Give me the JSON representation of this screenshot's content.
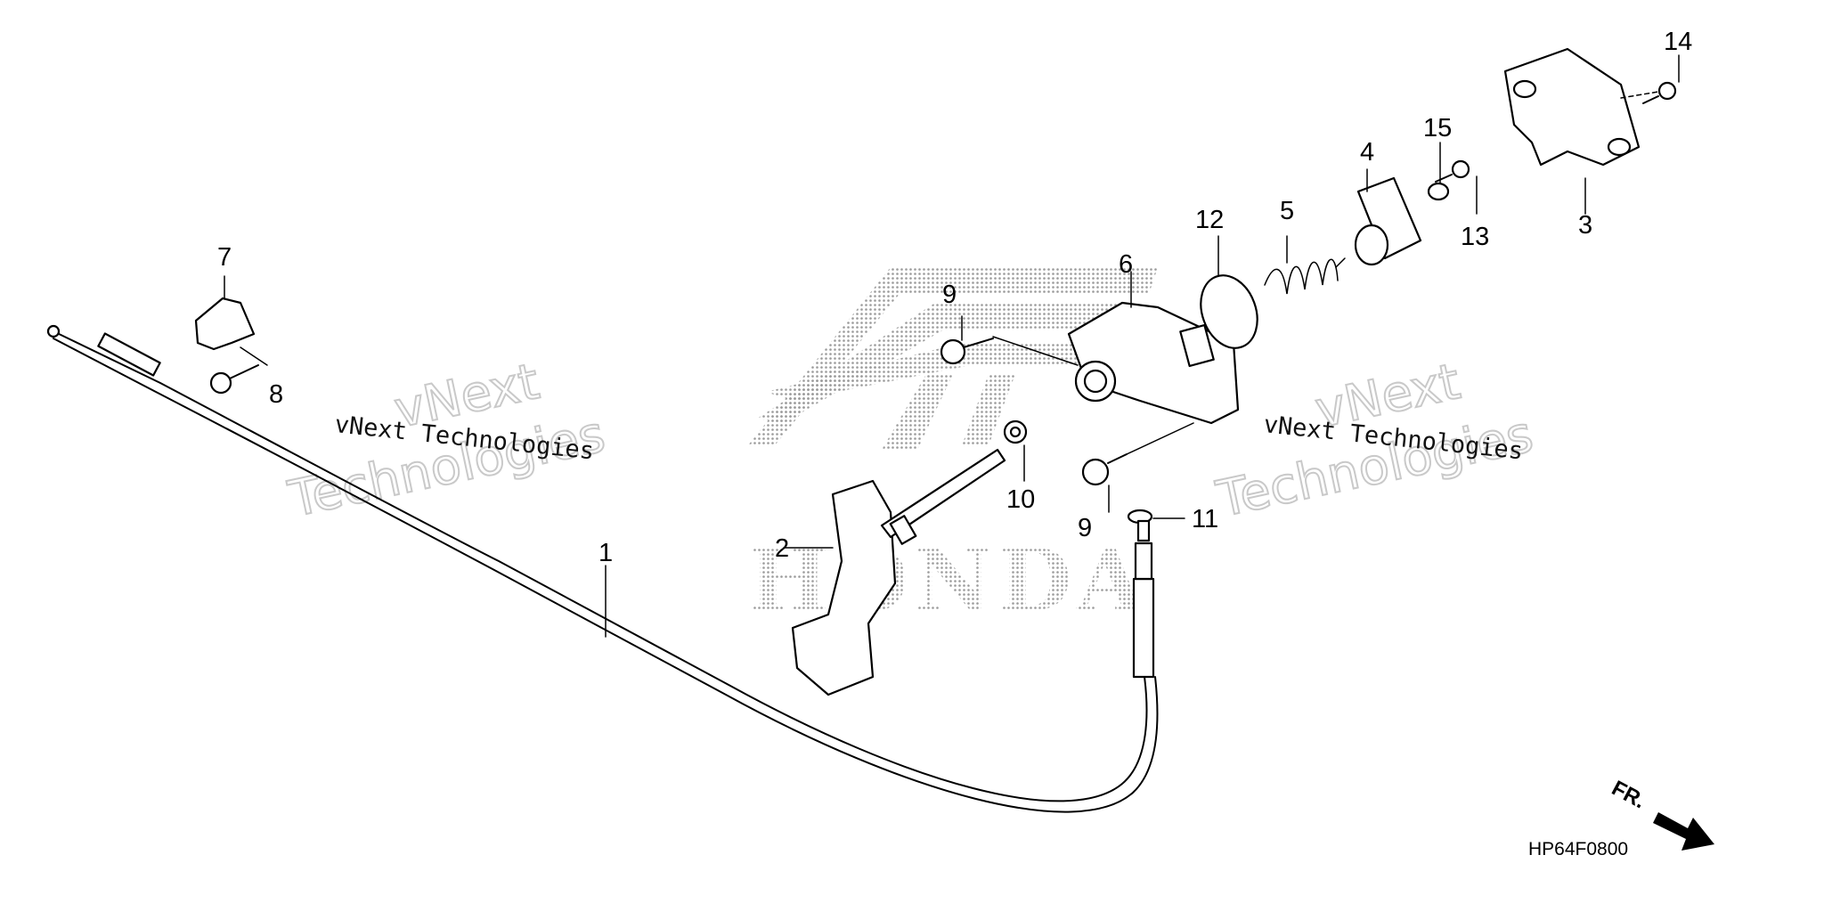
{
  "callouts": [
    "1",
    "2",
    "3",
    "4",
    "5",
    "6",
    "7",
    "8",
    "9",
    "9",
    "10",
    "11",
    "12",
    "13",
    "14",
    "15"
  ],
  "drawing_code": "HP64F0800",
  "front_label": "FR.",
  "watermark": {
    "brand_large_line1": "vNext",
    "brand_large_line2": "Technologies",
    "brand_small": "vNext Technologies"
  },
  "logo": {
    "wordmark": "HONDA",
    "emblem": "honda-wing-emblem"
  },
  "icons": [
    "front-arrow-icon"
  ]
}
